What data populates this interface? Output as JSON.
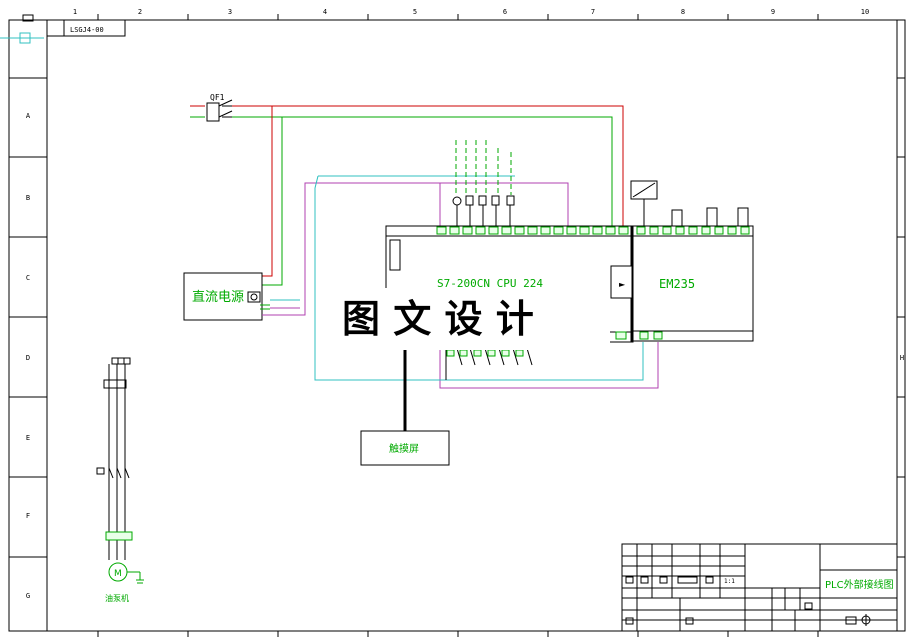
{
  "header": {
    "code_label": "LSGJ4-00"
  },
  "frame": {
    "column_markers": [
      "1",
      "2",
      "3",
      "4",
      "5",
      "6",
      "7",
      "8",
      "9",
      "10"
    ],
    "row_markers": [
      "A",
      "B",
      "C",
      "D",
      "E",
      "F",
      "G",
      "H"
    ]
  },
  "breaker": {
    "label": "QF1"
  },
  "power_supply": {
    "label": "直流电源"
  },
  "plc": {
    "cpu_label": "S7-200CN   CPU 224",
    "expansion_label": "EM235"
  },
  "touch_screen": {
    "label": "触摸屏"
  },
  "motor": {
    "symbol": "M",
    "label": "油泵机"
  },
  "watermark": {
    "text": "图 文 设 计"
  },
  "title_block": {
    "title": "PLC外部接线图",
    "scale": "1:1"
  },
  "colors": {
    "line": "#000000",
    "power_positive": "#cc0000",
    "power_negative": "#00aa00",
    "input_wiring": "#b040b0",
    "output_wiring": "#30c0c0",
    "component": "#00aa00",
    "comm_cable": "#000000"
  }
}
